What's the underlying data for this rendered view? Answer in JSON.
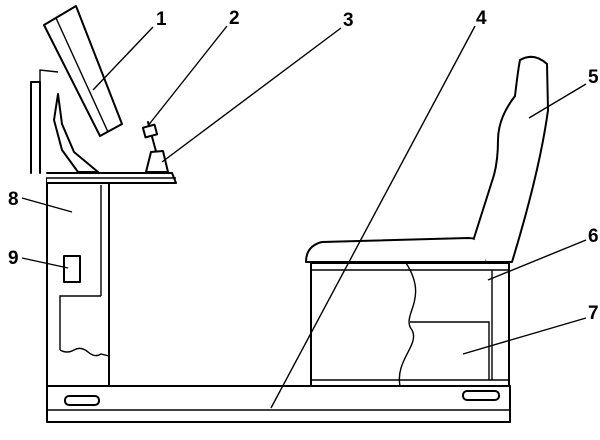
{
  "labels": [
    {
      "id": "1",
      "text": "1"
    },
    {
      "id": "2",
      "text": "2"
    },
    {
      "id": "3",
      "text": "3"
    },
    {
      "id": "4",
      "text": "4"
    },
    {
      "id": "5",
      "text": "5"
    },
    {
      "id": "6",
      "text": "6"
    },
    {
      "id": "7",
      "text": "7"
    },
    {
      "id": "8",
      "text": "8"
    },
    {
      "id": "9",
      "text": "9"
    }
  ],
  "colors": {
    "stroke": "#000000",
    "background": "#ffffff"
  }
}
